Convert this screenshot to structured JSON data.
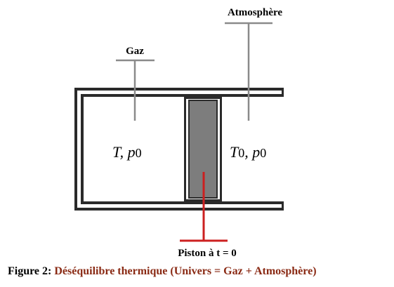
{
  "labels": {
    "atmosphere": "Atmosphère",
    "gaz": "Gaz",
    "gas_state_T": "T, p",
    "gas_state_p_sub": "0",
    "atm_state_T": "T",
    "atm_state_T_sub": "0",
    "atm_state_sep": ", p",
    "atm_state_p_sub": "0",
    "piston": "Piston à t = 0"
  },
  "caption": {
    "prefix": "Figure 2:",
    "text": "Déséquilibre thermique (Univers = Gaz + Atmosphère)"
  },
  "colors": {
    "wall": "#2a2a2a",
    "piston_fill": "#7d7d7d",
    "leader_line": "#8a8a8a",
    "piston_marker": "#cc2020",
    "caption_text": "#8a2a14"
  }
}
